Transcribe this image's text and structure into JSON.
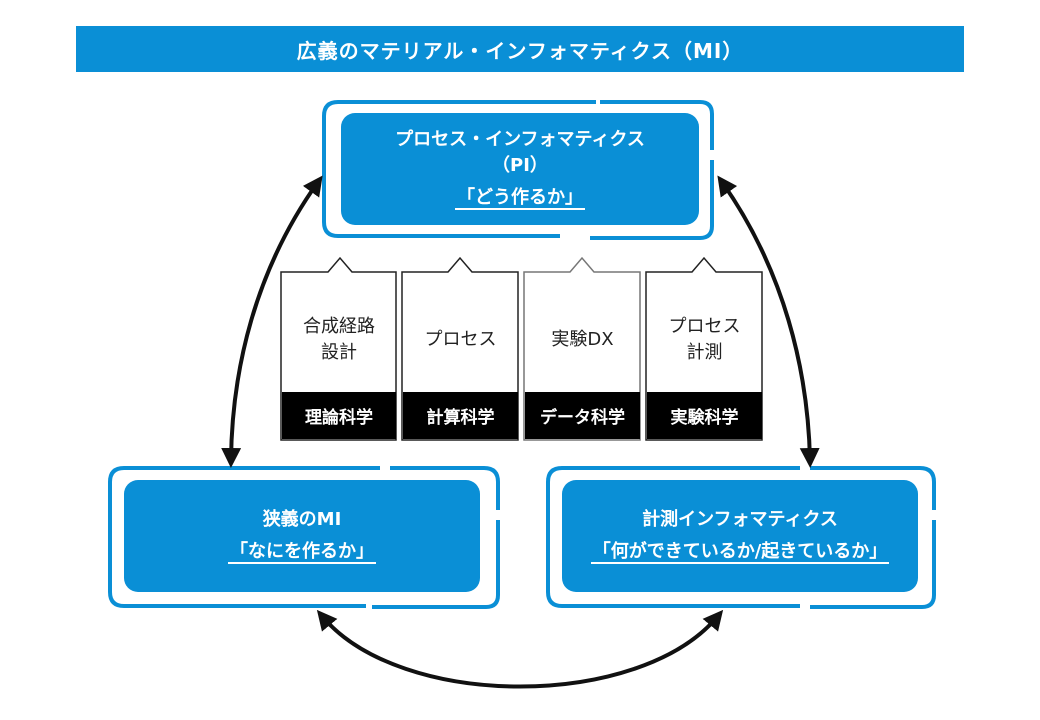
{
  "title": "広義のマテリアル・インフォマティクス（MI）",
  "pi": {
    "title": "プロセス・インフォマティクス",
    "abbr": "（PI）",
    "subtitle": "「どう作るか」"
  },
  "narrow_mi": {
    "title": "狭義のMI",
    "subtitle": "「なにを作るか」"
  },
  "measurement": {
    "title": "計測インフォマティクス",
    "subtitle": "「何ができているか/起きているか」"
  },
  "cards": [
    {
      "label_line1": "合成経路",
      "label_line2": "設計",
      "footer": "理論科学"
    },
    {
      "label_line1": "プロセス",
      "label_line2": "",
      "footer": "計算科学"
    },
    {
      "label_line1": "実験DX",
      "label_line2": "",
      "footer": "データ科学"
    },
    {
      "label_line1": "プロセス",
      "label_line2": "計測",
      "footer": "実験科学"
    }
  ],
  "colors": {
    "primary": "#0a8fd6",
    "footer": "#000000",
    "arrow": "#111111"
  }
}
